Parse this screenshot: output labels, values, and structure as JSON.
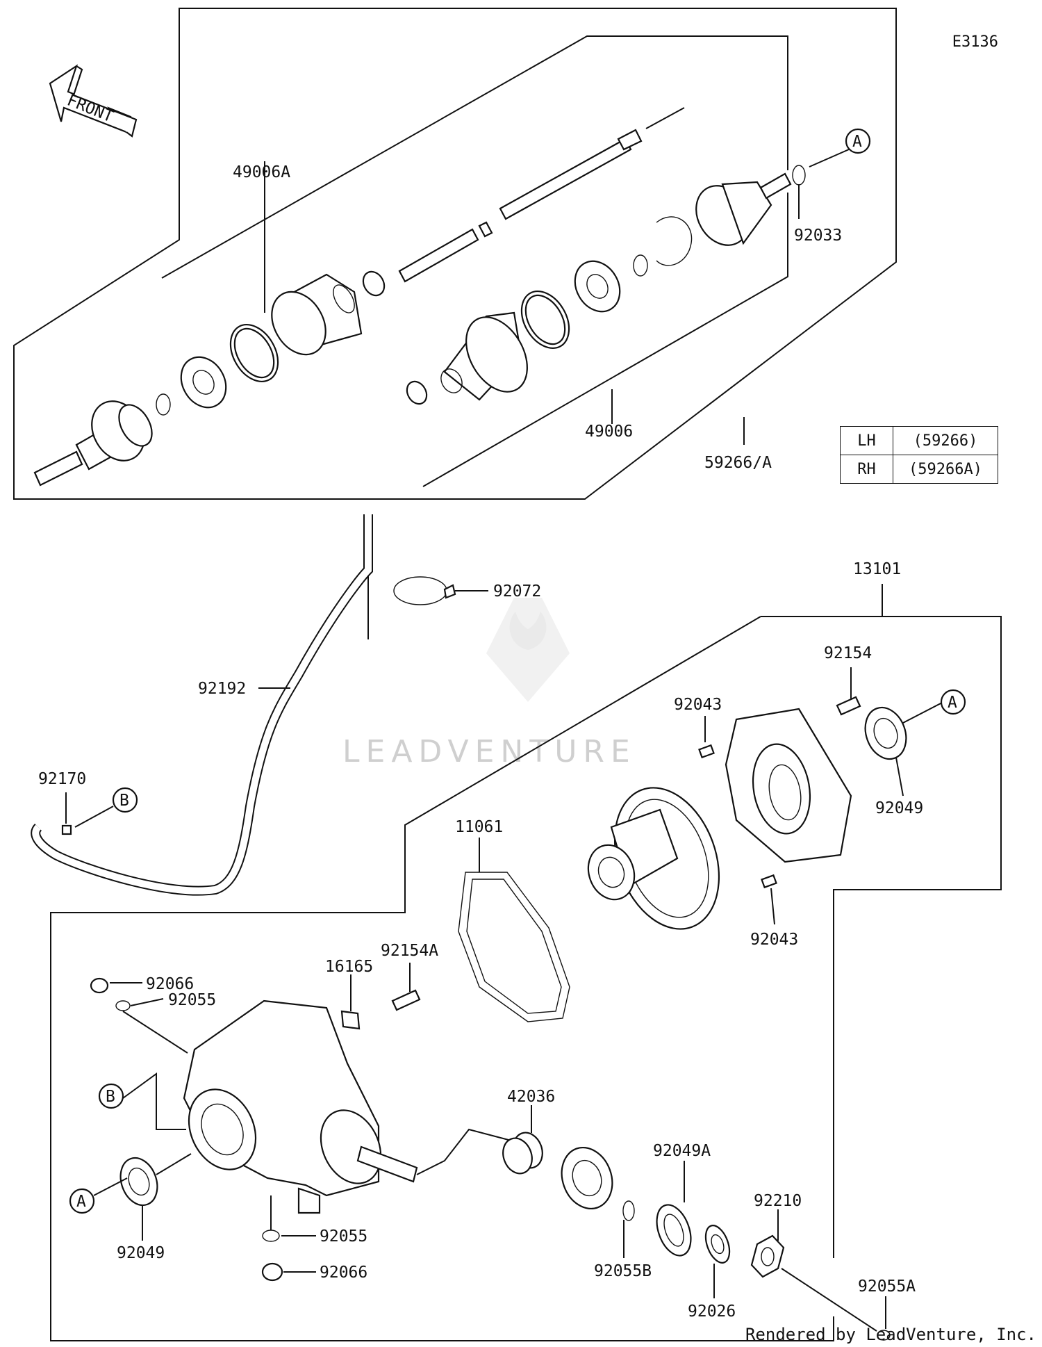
{
  "diagram_code": "E3136",
  "front_label": "FRONT",
  "footer": "Rendered by LeadVenture, Inc.",
  "watermark": "LEADVENTURE",
  "side_table": [
    {
      "side": "LH",
      "part": "(59266)"
    },
    {
      "side": "RH",
      "part": "(59266A)"
    }
  ],
  "callouts": {
    "ref_a": "A",
    "ref_b": "B"
  },
  "part_labels": {
    "p49006A": "49006A",
    "p92033": "92033",
    "p49006": "49006",
    "p59266": "59266/A",
    "p92072": "92072",
    "p13101": "13101",
    "p92192": "92192",
    "p92154": "92154",
    "p92043_top": "92043",
    "p92049_top": "92049",
    "p92170": "92170",
    "p11061": "11061",
    "p92043_bot": "92043",
    "p92154A": "92154A",
    "p16165": "16165",
    "p92066_top": "92066",
    "p92055_top": "92055",
    "p42036": "42036",
    "p92049A": "92049A",
    "p92210": "92210",
    "p92049_bot": "92049",
    "p92055_bot": "92055",
    "p92055B": "92055B",
    "p92055A": "92055A",
    "p92066_bot": "92066",
    "p92026": "92026"
  }
}
